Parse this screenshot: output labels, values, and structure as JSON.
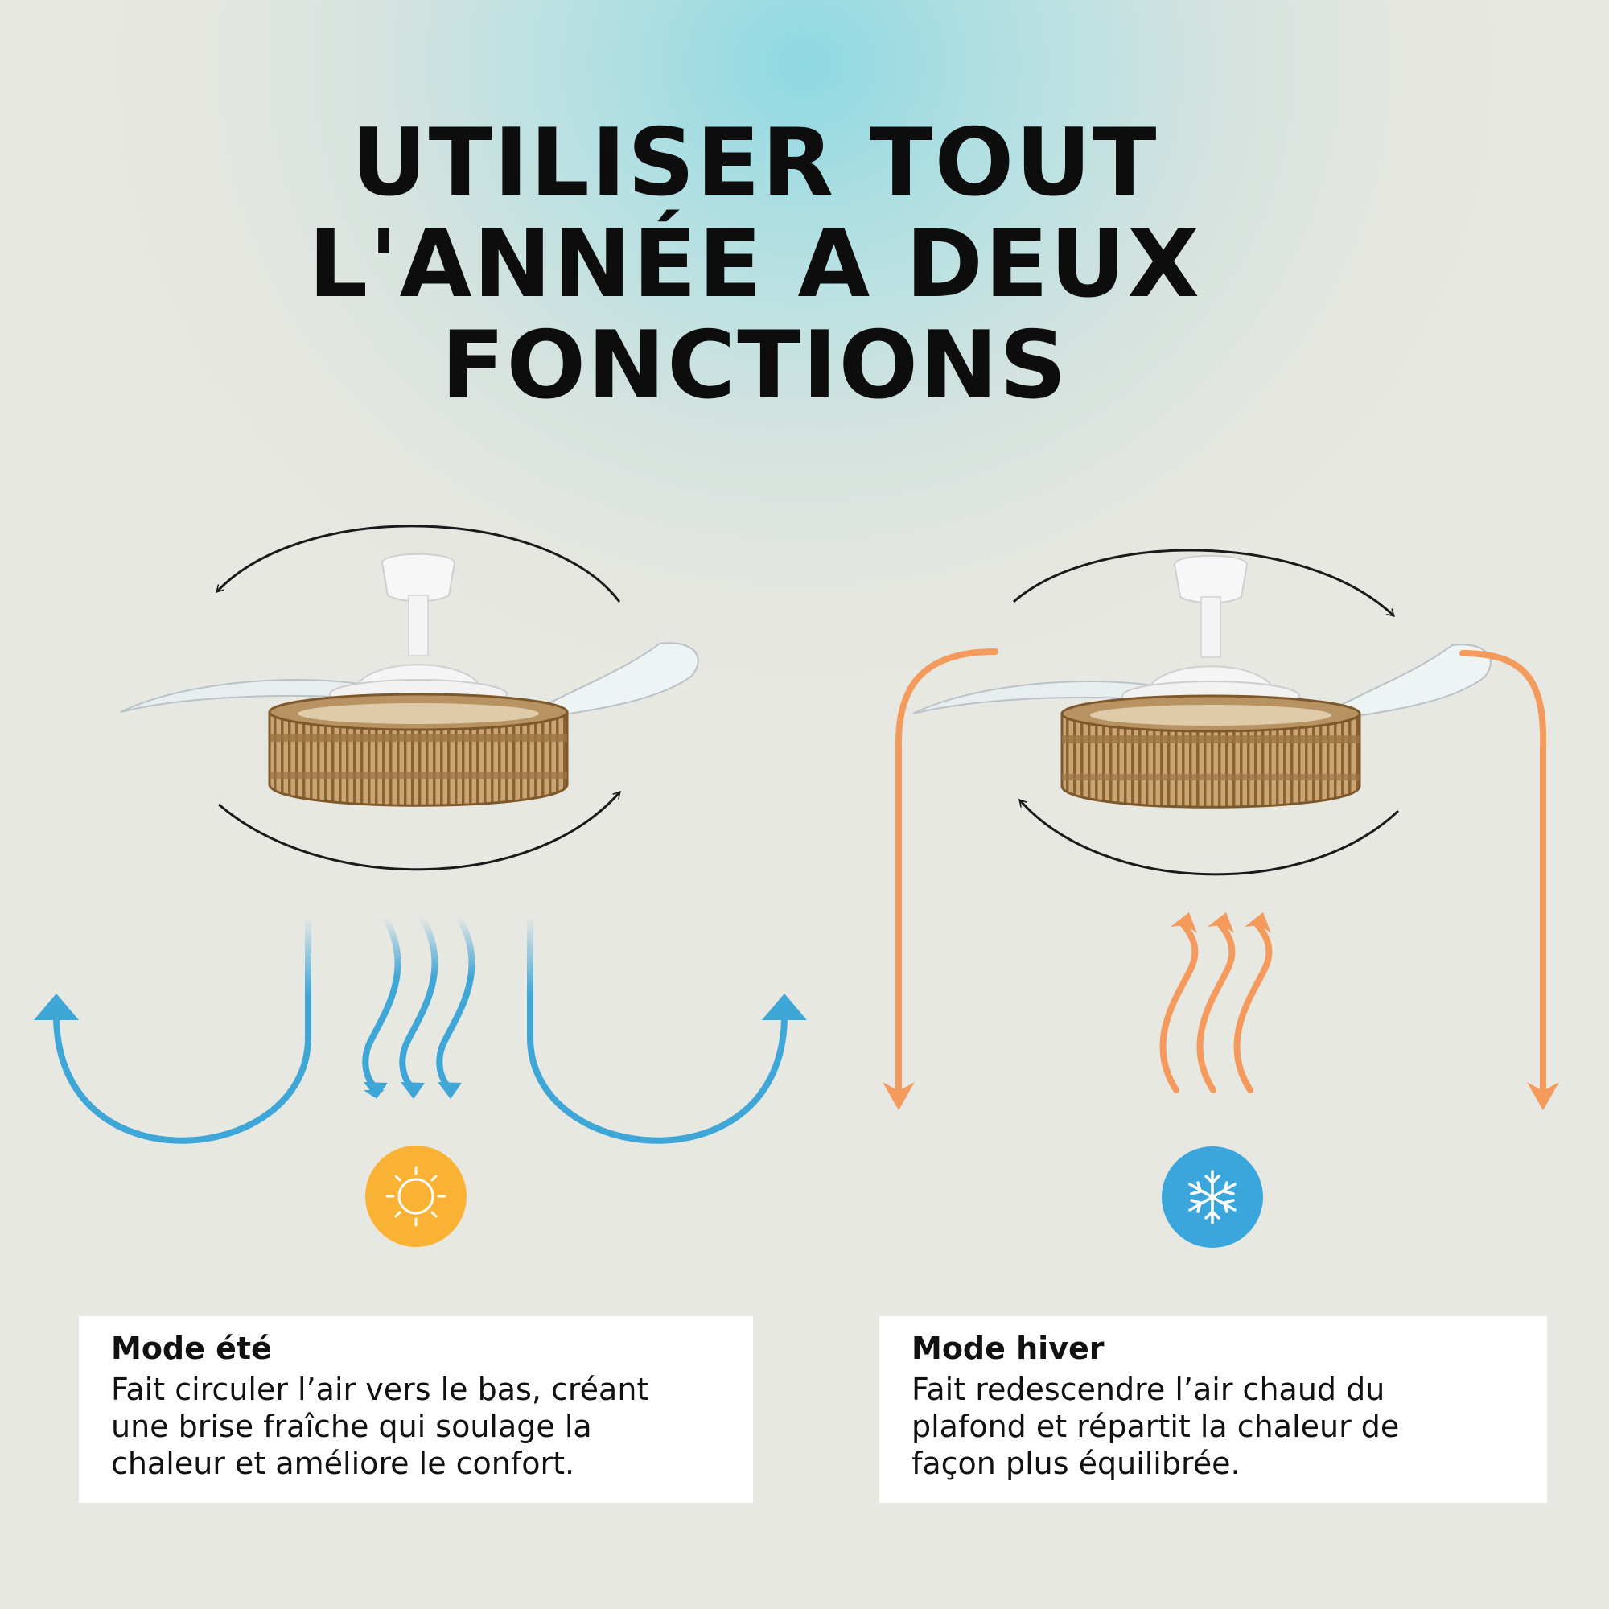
{
  "title": {
    "line1": "UTILISER TOUT",
    "line2": "L'ANNÉE A DEUX",
    "line3": "FONCTIONS"
  },
  "summer": {
    "icon": "sun-icon",
    "heading": "Mode été",
    "line1": "Fait circuler l’air vers le bas, créant",
    "line2": "une brise fraîche qui soulage la",
    "line3": "chaleur et améliore le confort."
  },
  "winter": {
    "icon": "snowflake-icon",
    "heading": "Mode hiver",
    "line1": "Fait redescendre l’air chaud du",
    "line2": "plafond et répartit la chaleur de",
    "line3": "façon plus équilibrée."
  },
  "colors": {
    "cool_air": "#3fa6d8",
    "warm_air": "#f39a5c",
    "sun": "#f9b233",
    "snow_badge": "#3aa6dc",
    "rattan": "#a87d4a"
  }
}
